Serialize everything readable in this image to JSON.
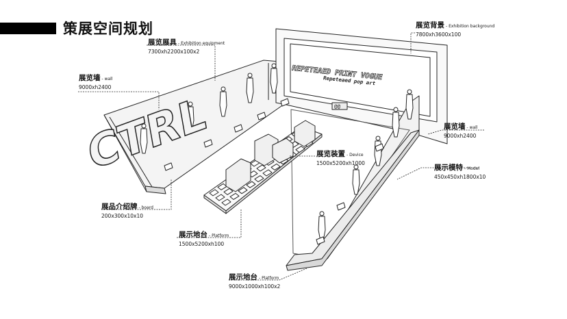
{
  "title": "策展空间规划",
  "labels": {
    "equipment": {
      "cn": "展览展具",
      "en": "- Exhibition equipment",
      "dim": "7300xh2200x100x2"
    },
    "background": {
      "cn": "展览背景",
      "en": "- Exhibition background",
      "dim": "7800xh3600x100"
    },
    "wall_left": {
      "cn": "展览墙",
      "en": "- wall",
      "dim": "9000xh2400"
    },
    "wall_right": {
      "cn": "展览墙",
      "en": "- wall",
      "dim": "9000xh2400"
    },
    "device": {
      "cn": "展览装置",
      "en": "- Device",
      "dim": "1500x5200xh1000"
    },
    "model": {
      "cn": "展示模特",
      "en": "- Model",
      "dim": "450x450xh1800x10"
    },
    "board": {
      "cn": "展品介绍牌",
      "en": "- board",
      "dim": "200x300x10x10"
    },
    "platform_center": {
      "cn": "展示地台",
      "en": "- Platform",
      "dim": "1500x5200xh100"
    },
    "platform_long": {
      "cn": "展示地台",
      "en": "- Platform",
      "dim": "9000x1000xh100x2"
    }
  },
  "scene": {
    "ctrl_text": "CTRL",
    "sign_line1": "REPETEAED PRINT VOGUE",
    "sign_line2": "Repeteaed pop art",
    "small_sign": "@@"
  }
}
